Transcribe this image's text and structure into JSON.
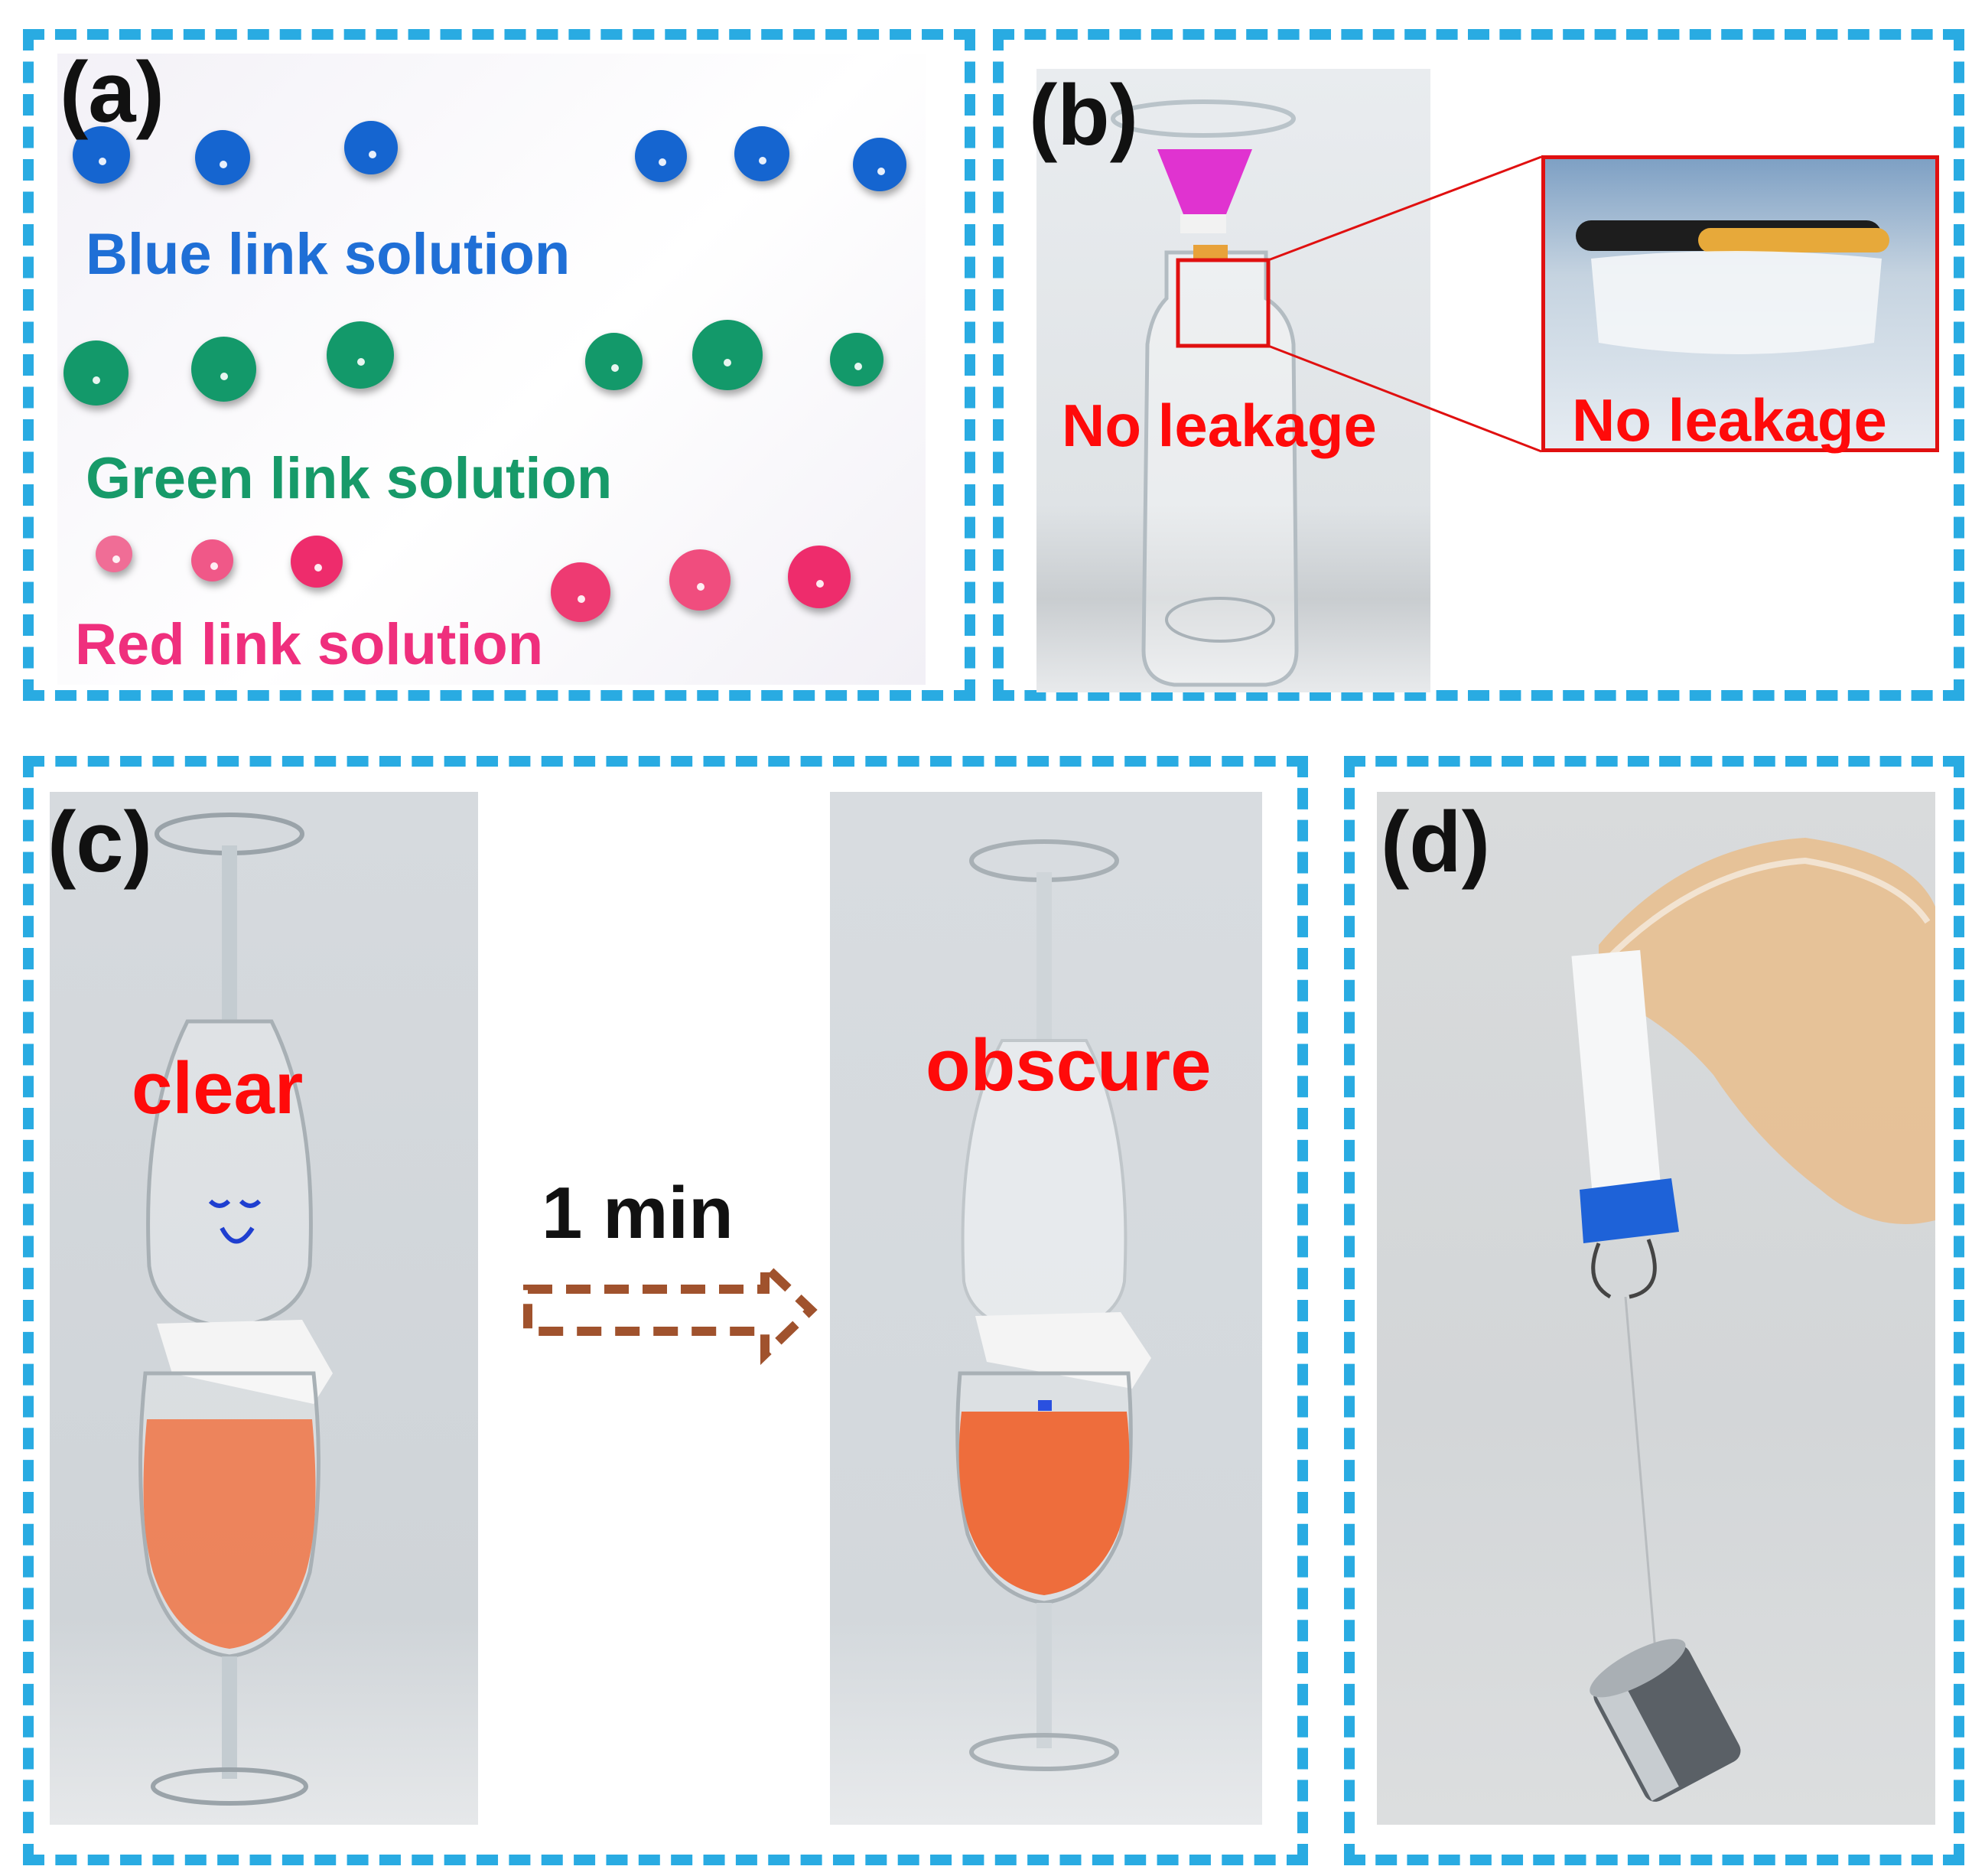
{
  "panels": {
    "a": {
      "label": "(a)",
      "captions": [
        {
          "text": "Blue link solution",
          "color": "#1f6fd6"
        },
        {
          "text": "Green link solution",
          "color": "#179a69"
        },
        {
          "text": "Red link solution",
          "color": "#ef2f7d"
        }
      ],
      "dot_colors": {
        "blue": "#1565d0",
        "green": "#13996a",
        "red": "#ee2c6c"
      }
    },
    "b": {
      "label": "(b)",
      "caption_main": "No leakage",
      "caption_inset": "No leakage",
      "caption_color": "#ff0a0a",
      "funnel_color": "#e033d0"
    },
    "c": {
      "label": "(c)",
      "left_caption": "clear",
      "right_caption": "obscure",
      "arrow_text": "1 min",
      "caption_color": "#ff0a0a",
      "arrow_color": "#a0522d",
      "liquid_color": "#ee7a4e"
    },
    "d": {
      "label": "(d)",
      "clip_color": "#1e62d8"
    },
    "frame_color": "#29abe2"
  }
}
